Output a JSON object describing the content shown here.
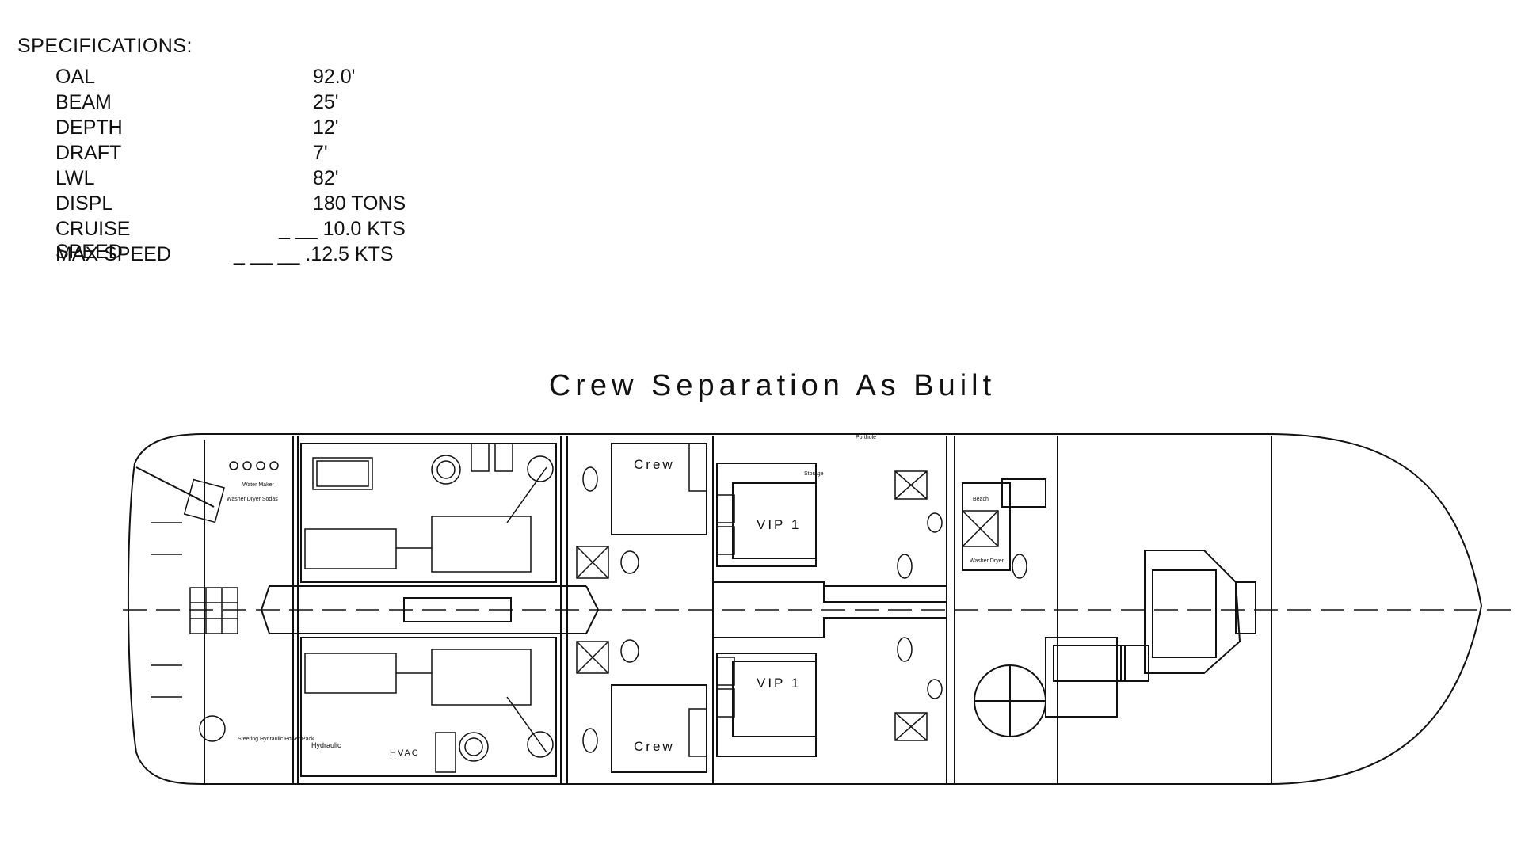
{
  "specs": {
    "title": "SPECIFICATIONS:",
    "rows": [
      {
        "label": "OAL",
        "value": "92.0'"
      },
      {
        "label": "BEAM",
        "value": "25'"
      },
      {
        "label": "DEPTH",
        "value": "12'"
      },
      {
        "label": "DRAFT",
        "value": "7'"
      },
      {
        "label": "LWL",
        "value": "82'"
      },
      {
        "label": "DISPL",
        "value": "180 TONS"
      },
      {
        "label": "CRUISE SPEED",
        "value": "_ __ 10.0 KTS"
      },
      {
        "label": "MAX SPEED",
        "value": "_ __ __ .12.5 KTS"
      }
    ]
  },
  "plan": {
    "title": "Crew Separation As Built",
    "labels": {
      "crew_top": "Crew",
      "crew_bottom": "Crew",
      "vip_top": "VIP 1",
      "vip_bottom": "VIP 1",
      "washer_dryer": "Washer Dryer",
      "beach": "Beach",
      "hydraulic": "Hydraulic",
      "hvac": "HVAC",
      "washer_maker": "Water Maker",
      "washer_dryer_aft": "Washer Dryer Sodas",
      "steering": "Steering Hydraulic Power Pack",
      "storage": "Storage",
      "porthole": "Porthole"
    }
  }
}
